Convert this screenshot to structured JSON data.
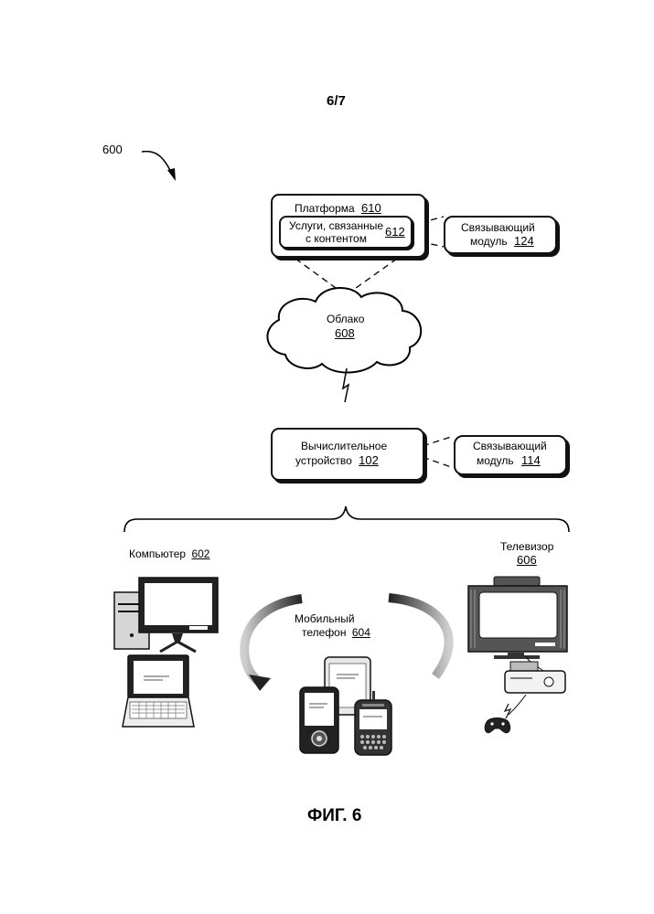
{
  "sheet": "6/7",
  "figure_ref": "600",
  "platform": {
    "label": "Платформа",
    "num": "610"
  },
  "services": {
    "line1": "Услуги, связанные",
    "line2": "с контентом",
    "num": "612"
  },
  "link_module_top": {
    "line1": "Связывающий",
    "line2": "модуль",
    "num": "124"
  },
  "cloud": {
    "label": "Облако",
    "num": "608"
  },
  "computing_device": {
    "line1": "Вычислительное",
    "line2": "устройство",
    "num": "102"
  },
  "link_module_bottom": {
    "line1": "Связывающий",
    "line2": "модуль",
    "num": "114"
  },
  "computer": {
    "label": "Компьютер",
    "num": "602"
  },
  "mobile": {
    "line1": "Мобильный",
    "line2": "телефон",
    "num": "604"
  },
  "tv": {
    "label": "Телевизор",
    "num": "606"
  },
  "caption": "ФИГ. 6"
}
